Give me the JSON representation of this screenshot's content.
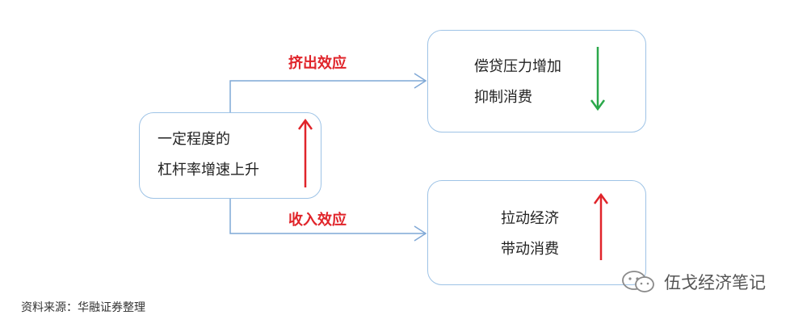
{
  "source_box": {
    "line1": "一定程度的",
    "line2": "杠杆率增速上升",
    "arrow": "up"
  },
  "top_box": {
    "line1": "偿贷压力增加",
    "line2": "抑制消费",
    "arrow": "down"
  },
  "bottom_box": {
    "line1": "拉动经济",
    "line2": "带动消费",
    "arrow": "up"
  },
  "labels": {
    "crowding_out": "挤出效应",
    "income": "收入效应"
  },
  "source_note": "资料来源：华融证券整理",
  "watermark": {
    "text": "伍戈经济笔记",
    "icon": "wechat-icon"
  },
  "colors": {
    "box_border": "#9ec3e6",
    "connector": "#7fa8d6",
    "up_arrow": "#e0242a",
    "down_arrow": "#2aa84a",
    "label": "#e0242a"
  }
}
